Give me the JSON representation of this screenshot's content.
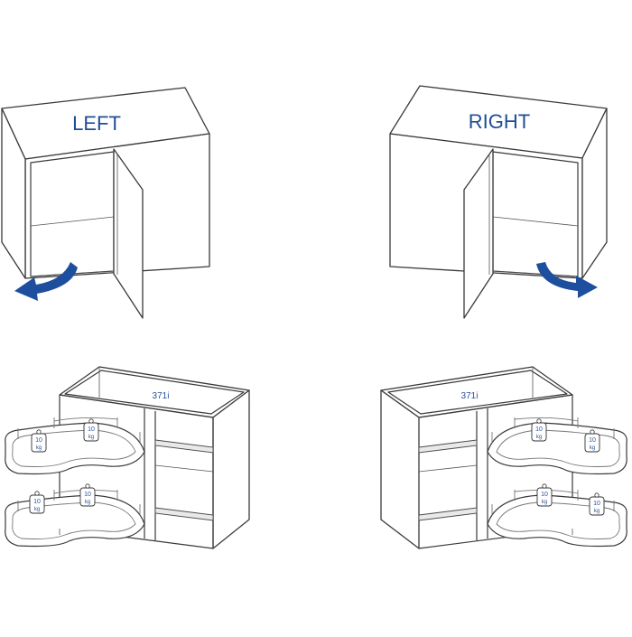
{
  "labels": {
    "left": "LEFT",
    "right": "RIGHT"
  },
  "cabinet_model": {
    "left": "371i",
    "right": "371i"
  },
  "weight_tag": {
    "number": "10",
    "unit": "kg"
  },
  "colors": {
    "label_blue": "#1f4e96",
    "arrow_blue": "#1d4f9e",
    "line": "#3a3a3a",
    "tag_blue": "#2a5298"
  }
}
